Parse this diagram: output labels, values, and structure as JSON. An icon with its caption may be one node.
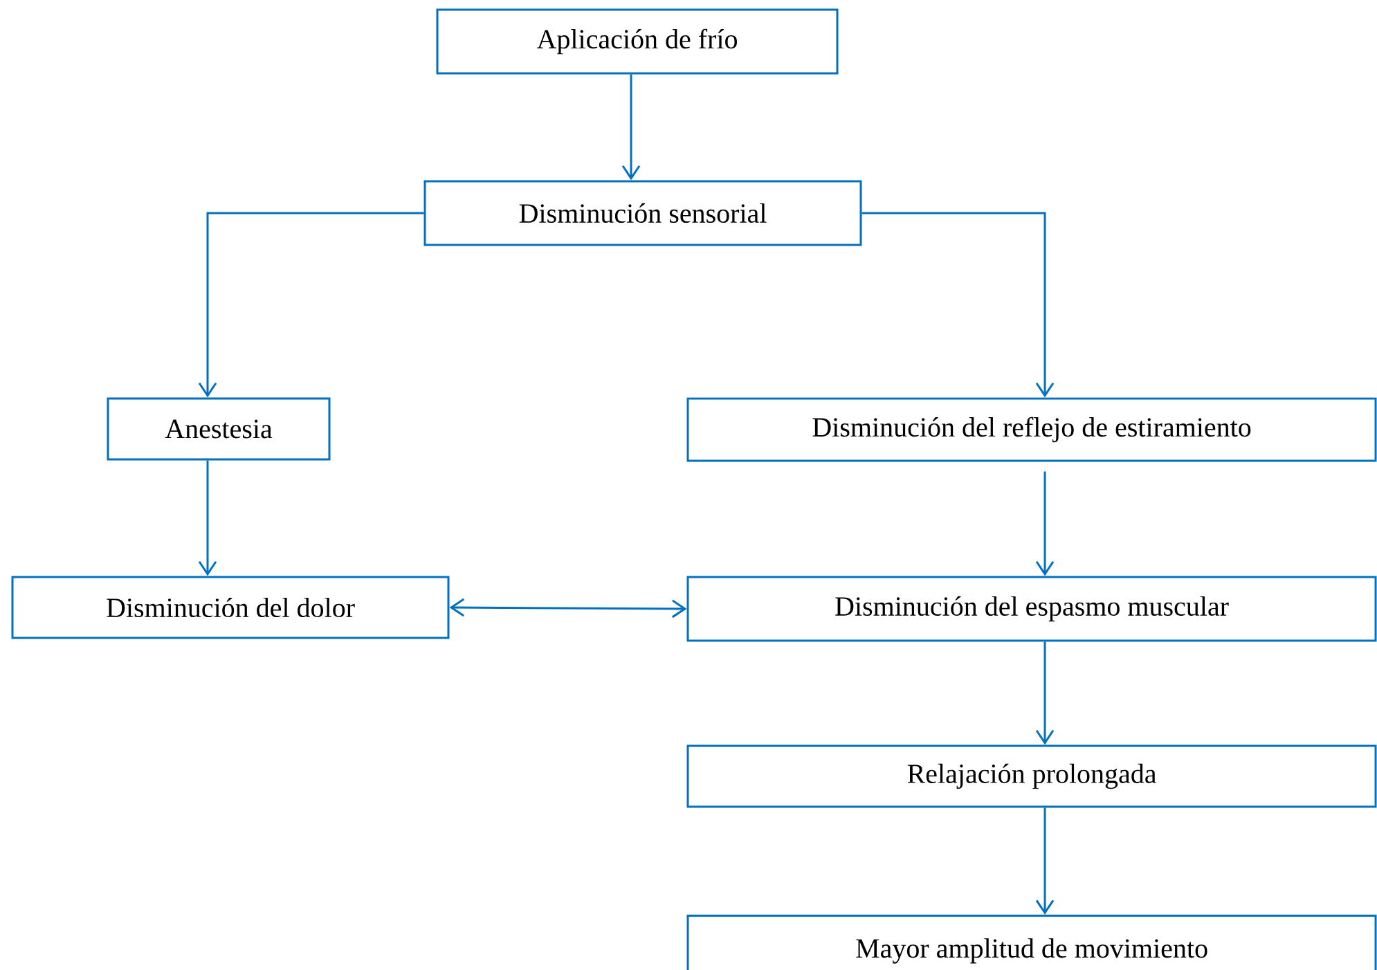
{
  "diagram": {
    "nodes": [
      {
        "text": [
          "Aplicación de frío"
        ]
      },
      {
        "text": [
          "Disminución sensorial"
        ]
      },
      {
        "text": [
          "Anestesia"
        ]
      },
      {
        "text": [
          "Disminución del reflejo de estiramiento"
        ]
      },
      {
        "text": [
          "Disminución del dolor"
        ]
      },
      {
        "text": [
          "Disminución del espasmo muscular"
        ]
      },
      {
        "text": [
          "Relajación prolongada"
        ]
      },
      {
        "text": [
          "Mayor amplitud de movimiento"
        ]
      }
    ],
    "edges": [
      {
        "from": 0,
        "to": 1,
        "arrow": "to"
      },
      {
        "from": 1,
        "to": 2,
        "arrow": "to"
      },
      {
        "from": 1,
        "to": 3,
        "arrow": "to"
      },
      {
        "from": 2,
        "to": 4,
        "arrow": "to"
      },
      {
        "from": 3,
        "to": 5,
        "arrow": "to"
      },
      {
        "from": 4,
        "to": 5,
        "arrow": "both"
      },
      {
        "from": 5,
        "to": 6,
        "arrow": "to"
      },
      {
        "from": 6,
        "to": 7,
        "arrow": "to"
      }
    ]
  }
}
